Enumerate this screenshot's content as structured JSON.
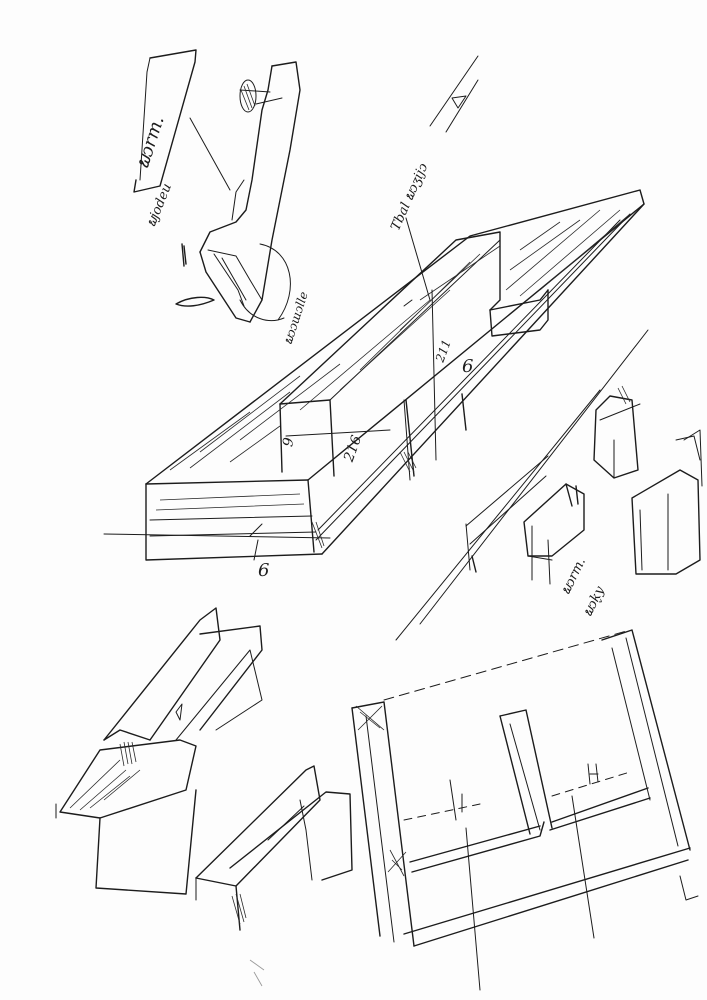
{
  "page": {
    "type": "hand-drawn architectural sketch sheet",
    "background_color": "#fdfdfd",
    "ink_color": "#1c1c1c"
  },
  "annotations": {
    "top_left_box_label": "ພɔrm.",
    "top_left_note": "ພjodeu",
    "top_left_bottom_note": "ພɔɔɯɔlle",
    "center_note": "Tbal ພɔʒijɔ",
    "dimension_211": "211",
    "dimension_6_right": "6",
    "dimension_9": "9",
    "dimension_216": "216",
    "dimension_6_bottom": "6",
    "right_note_line1": "ພɔrm.",
    "right_note_line2": "ພɔk̬y"
  },
  "sketches": [
    {
      "name": "wall-section-detail",
      "position": "top-left"
    },
    {
      "name": "main-isometric-volume",
      "position": "center"
    },
    {
      "name": "furniture-elevations",
      "position": "right"
    },
    {
      "name": "stepped-volume-study",
      "position": "bottom-left"
    },
    {
      "name": "bench-detail",
      "position": "bottom-center"
    },
    {
      "name": "floor-plan",
      "position": "bottom-right"
    }
  ]
}
